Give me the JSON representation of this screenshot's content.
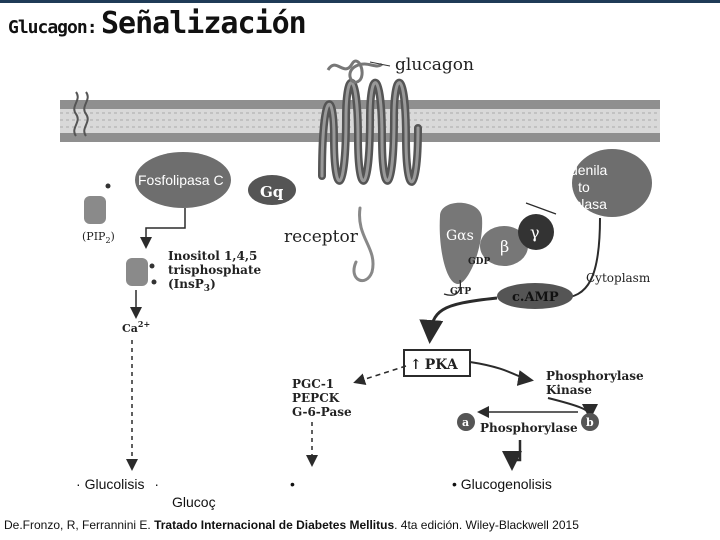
{
  "header": {
    "title_prefix": "Glucagon:",
    "title_main": "Señalización"
  },
  "diagram": {
    "labels": {
      "glucagon": "glucagon",
      "receptor": "receptor",
      "gq": "Gq",
      "pip2": "(PIP",
      "pip2_sub": "2",
      "pip2_close": ")",
      "inositol_1": "Inositol 1,4,5",
      "inositol_2": "trisphosphate",
      "inositol_3": "(InsP",
      "inositol_3_sub": "3",
      "inositol_3_close": ")",
      "ca": "Ca",
      "ca_sup": "2+",
      "g_alpha_s": "Gαs",
      "beta": "β",
      "gamma": "γ",
      "gdp": "GDP",
      "gtp": "GTP",
      "camp": "c.AMP",
      "cytoplasm": "Cytoplasm",
      "pka": "PKA",
      "pka_arrow": "↑",
      "pgc1": "PGC-1",
      "pepck": "PEPCK",
      "g6pase": "G-6-Pase",
      "phos_kinase_1": "Phosphorylase",
      "phos_kinase_2": "Kinase",
      "phosphorylase": "Phosphorylase",
      "a": "a",
      "b": "b"
    },
    "fosfolipasa": "Fosfolipasa C",
    "adenila": "Adenila to Ciclasa",
    "colors": {
      "membrane_head": "#8f8f8f",
      "membrane_tail": "#bdbdbd",
      "protein": "#555555",
      "receptor": "#7a7a7a",
      "line": "#2b2b2b"
    }
  },
  "bullets": {
    "glucolisis": "Glucolisis",
    "gluconeogenesis_fragment": "Glucoç",
    "glucogenolisis": "Glucogenolisis"
  },
  "citation": {
    "authors": "De.Fronzo, R, Ferrannini E.",
    "book": "Tratado Internacional de Diabetes Mellitus",
    "rest": ". 4ta edición. Wiley-Blackwell 2015"
  }
}
